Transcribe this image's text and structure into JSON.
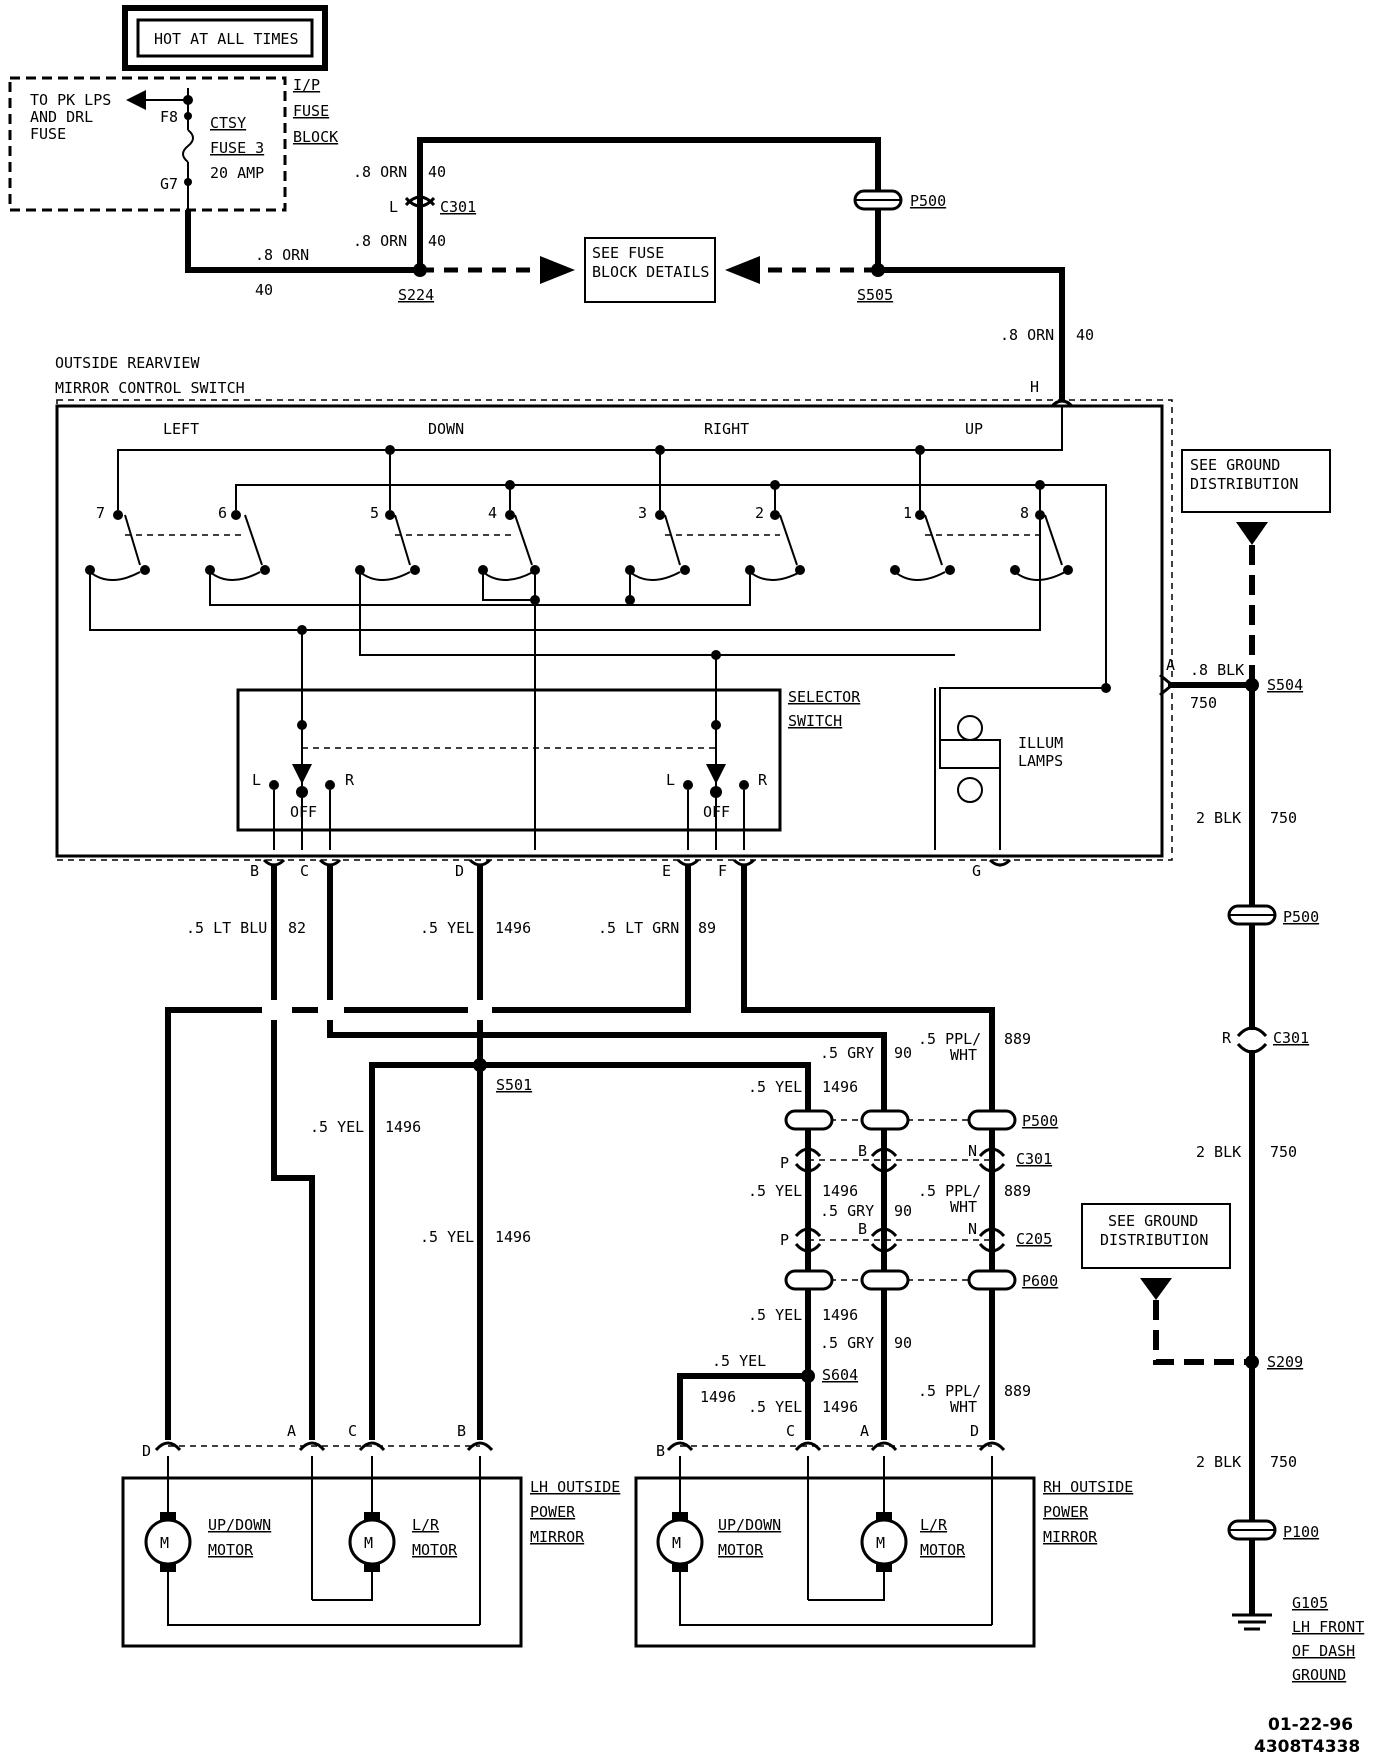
{
  "header": {
    "hot": "HOT AT ALL TIMES"
  },
  "fuse_block": {
    "title_1": "I/P",
    "title_2": "FUSE",
    "title_3": "BLOCK",
    "to_pk_1": "TO PK LPS",
    "to_pk_2": "AND DRL",
    "to_pk_3": "FUSE",
    "f8": "F8",
    "g7": "G7",
    "fuse_1": "CTSY",
    "fuse_2": "FUSE 3",
    "fuse_3": "20 AMP",
    "see_1": "SEE FUSE",
    "see_2": "BLOCK DETAILS"
  },
  "wires": {
    "orn": ".8 ORN",
    "orn_num": "40",
    "blk_8": ".8 BLK",
    "blk_2": "2 BLK",
    "blk_num": "750",
    "lt_blu": ".5 LT BLU",
    "lt_blu_num": "82",
    "yel": ".5 YEL",
    "yel_num": "1496",
    "lt_grn": ".5 LT GRN",
    "lt_grn_num": "89",
    "gry": ".5 GRY",
    "gry_num": "90",
    "ppl_1": ".5 PPL/",
    "ppl_2": "WHT",
    "ppl_num": "889"
  },
  "splices": {
    "s224": "S224",
    "s505": "S505",
    "s504": "S504",
    "s501": "S501",
    "s604": "S604",
    "s209": "S209"
  },
  "connectors": {
    "c301": "C301",
    "p500": "P500",
    "c205": "C205",
    "p600": "P600",
    "p100": "P100",
    "l": "L",
    "r": "R",
    "p": "P",
    "b": "B",
    "n": "N",
    "pin_a": "A",
    "pin_b": "B",
    "pin_c": "C",
    "pin_d": "D",
    "pin_e": "E",
    "pin_f": "F",
    "pin_g": "G",
    "pin_h": "H"
  },
  "switch": {
    "title_1": "OUTSIDE REARVIEW",
    "title_2": "MIRROR CONTROL SWITCH",
    "left": "LEFT",
    "down": "DOWN",
    "right": "RIGHT",
    "up": "UP",
    "n1": "1",
    "n2": "2",
    "n3": "3",
    "n4": "4",
    "n5": "5",
    "n6": "6",
    "n7": "7",
    "n8": "8",
    "selector_1": "SELECTOR",
    "selector_2": "SWITCH",
    "sel_l": "L",
    "sel_r": "R",
    "off": "OFF",
    "illum_1": "ILLUM",
    "illum_2": "LAMPS"
  },
  "ground": {
    "see_1": "SEE GROUND",
    "see_2": "DISTRIBUTION",
    "g105_1": "G105",
    "g105_2": "LH FRONT",
    "g105_3": "OF DASH",
    "g105_4": "GROUND"
  },
  "mirrors": {
    "lh_1": "LH OUTSIDE",
    "lh_2": "POWER",
    "lh_3": "MIRROR",
    "rh_1": "RH OUTSIDE",
    "rh_2": "POWER",
    "rh_3": "MIRROR",
    "ud_1": "UP/DOWN",
    "ud_2": "MOTOR",
    "lr_1": "L/R",
    "lr_2": "MOTOR",
    "m": "M"
  },
  "footer": {
    "date": "01-22-96",
    "code": "4308T4338"
  }
}
